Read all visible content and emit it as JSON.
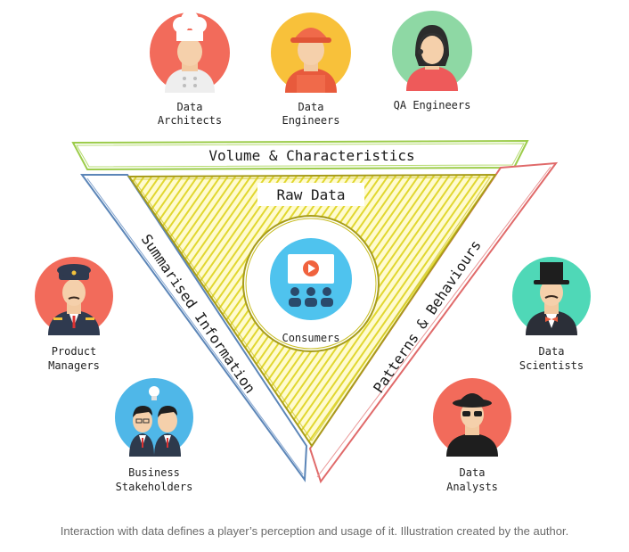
{
  "roles": {
    "data_architects": [
      "Data",
      "Architects"
    ],
    "data_engineers": [
      "Data",
      "Engineers"
    ],
    "qa_engineers": [
      "QA Engineers"
    ],
    "product_managers": [
      "Product",
      "Managers"
    ],
    "business_stakeholders": [
      "Business",
      "Stakeholders"
    ],
    "data_scientists": [
      "Data",
      "Scientists"
    ],
    "data_analysts": [
      "Data",
      "Analysts"
    ]
  },
  "bands": {
    "top": "Volume & Characteristics",
    "left": "Summarised Information",
    "right": "Patterns & Behaviours"
  },
  "center": {
    "raw_data": "Raw Data",
    "consumers": "Consumers"
  },
  "caption": "Interaction with data defines a player’s perception and usage of it. Illustration created by the author.",
  "colors": {
    "top_band": "#9ccc4a",
    "left_band": "#5c86b8",
    "right_band": "#e06a6a",
    "triangle_fill": "#e6df3c",
    "triangle_stroke": "#a79c1a"
  }
}
